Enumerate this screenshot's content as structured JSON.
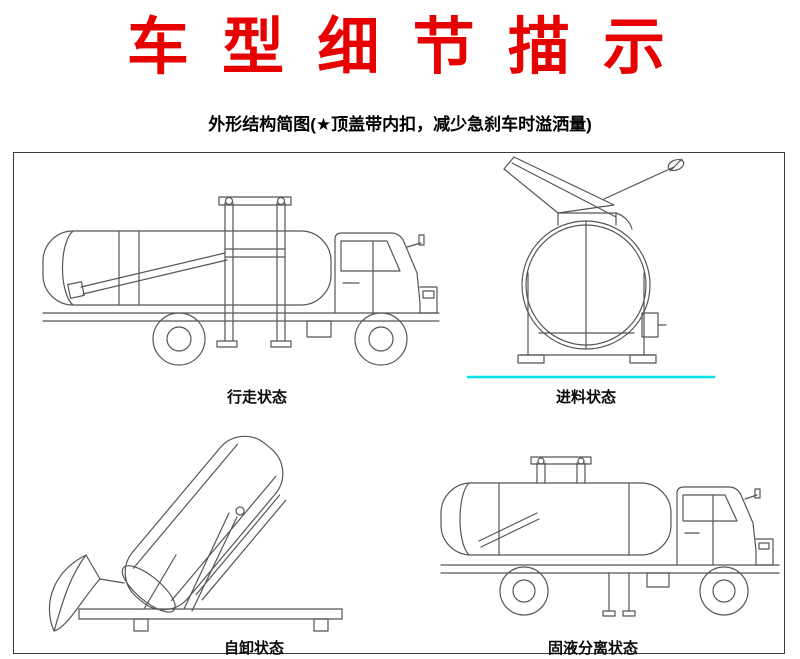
{
  "header": {
    "title": "车 型 细 节 描 示",
    "subtitle": "外形结构简图(★顶盖带内扣，减少急刹车时溢洒量)"
  },
  "colors": {
    "title_red": "#e60000",
    "cyan_underline": "#00e6e6",
    "line_gray": "#555555"
  },
  "diagrams": {
    "walking": {
      "label": "行走状态"
    },
    "feeding": {
      "label": "进料状态"
    },
    "dumping": {
      "label": "自卸状态"
    },
    "separation": {
      "label": "固液分离状态"
    }
  }
}
